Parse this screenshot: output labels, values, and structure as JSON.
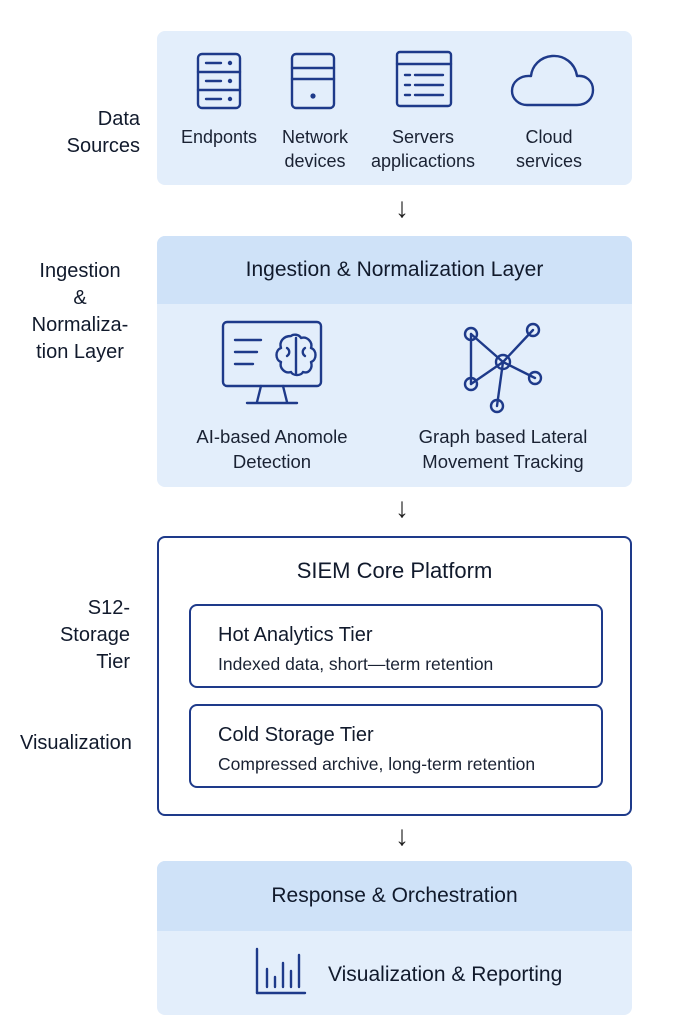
{
  "side_labels": {
    "data_sources": [
      "Data",
      "Sources"
    ],
    "ingestion": [
      "Ingestion",
      "&",
      "Normaliza-",
      "tion Layer"
    ],
    "storage": [
      "S12-",
      "Storage",
      "Tier"
    ],
    "visualization": "Visualization"
  },
  "data_sources": {
    "items": [
      {
        "label_1": "Endponts",
        "label_2": "",
        "icon": "server-rack-icon"
      },
      {
        "label_1": "Network",
        "label_2": "devices",
        "icon": "network-device-icon"
      },
      {
        "label_1": "Servers",
        "label_2": "applicactions",
        "icon": "server-window-icon"
      },
      {
        "label_1": "Cloud",
        "label_2": "services",
        "icon": "cloud-icon"
      }
    ]
  },
  "ingestion": {
    "title": "Ingestion & Normalization Layer",
    "features": [
      {
        "label_1": "AI-based Anomole",
        "label_2": "Detection",
        "icon": "ai-monitor-icon"
      },
      {
        "label_1": "Graph based Lateral",
        "label_2": "Movement Tracking",
        "icon": "graph-network-icon"
      }
    ]
  },
  "siem": {
    "title": "SIEM Core Platform",
    "tiers": [
      {
        "title": "Hot Analytics Tier",
        "description": "Indexed data, short—term retention"
      },
      {
        "title": "Cold Storage Tier",
        "description": "Compressed archive, long-term retention"
      }
    ]
  },
  "response": {
    "title": "Response & Orchestration",
    "viz_label": "Visualization & Reporting",
    "icon": "bar-chart-icon"
  },
  "arrows": [
    "↓",
    "↓",
    "↓"
  ],
  "colors": {
    "panel": "#e3eefb",
    "panel_header": "#cfe2f8",
    "accent": "#1e3a8a"
  }
}
